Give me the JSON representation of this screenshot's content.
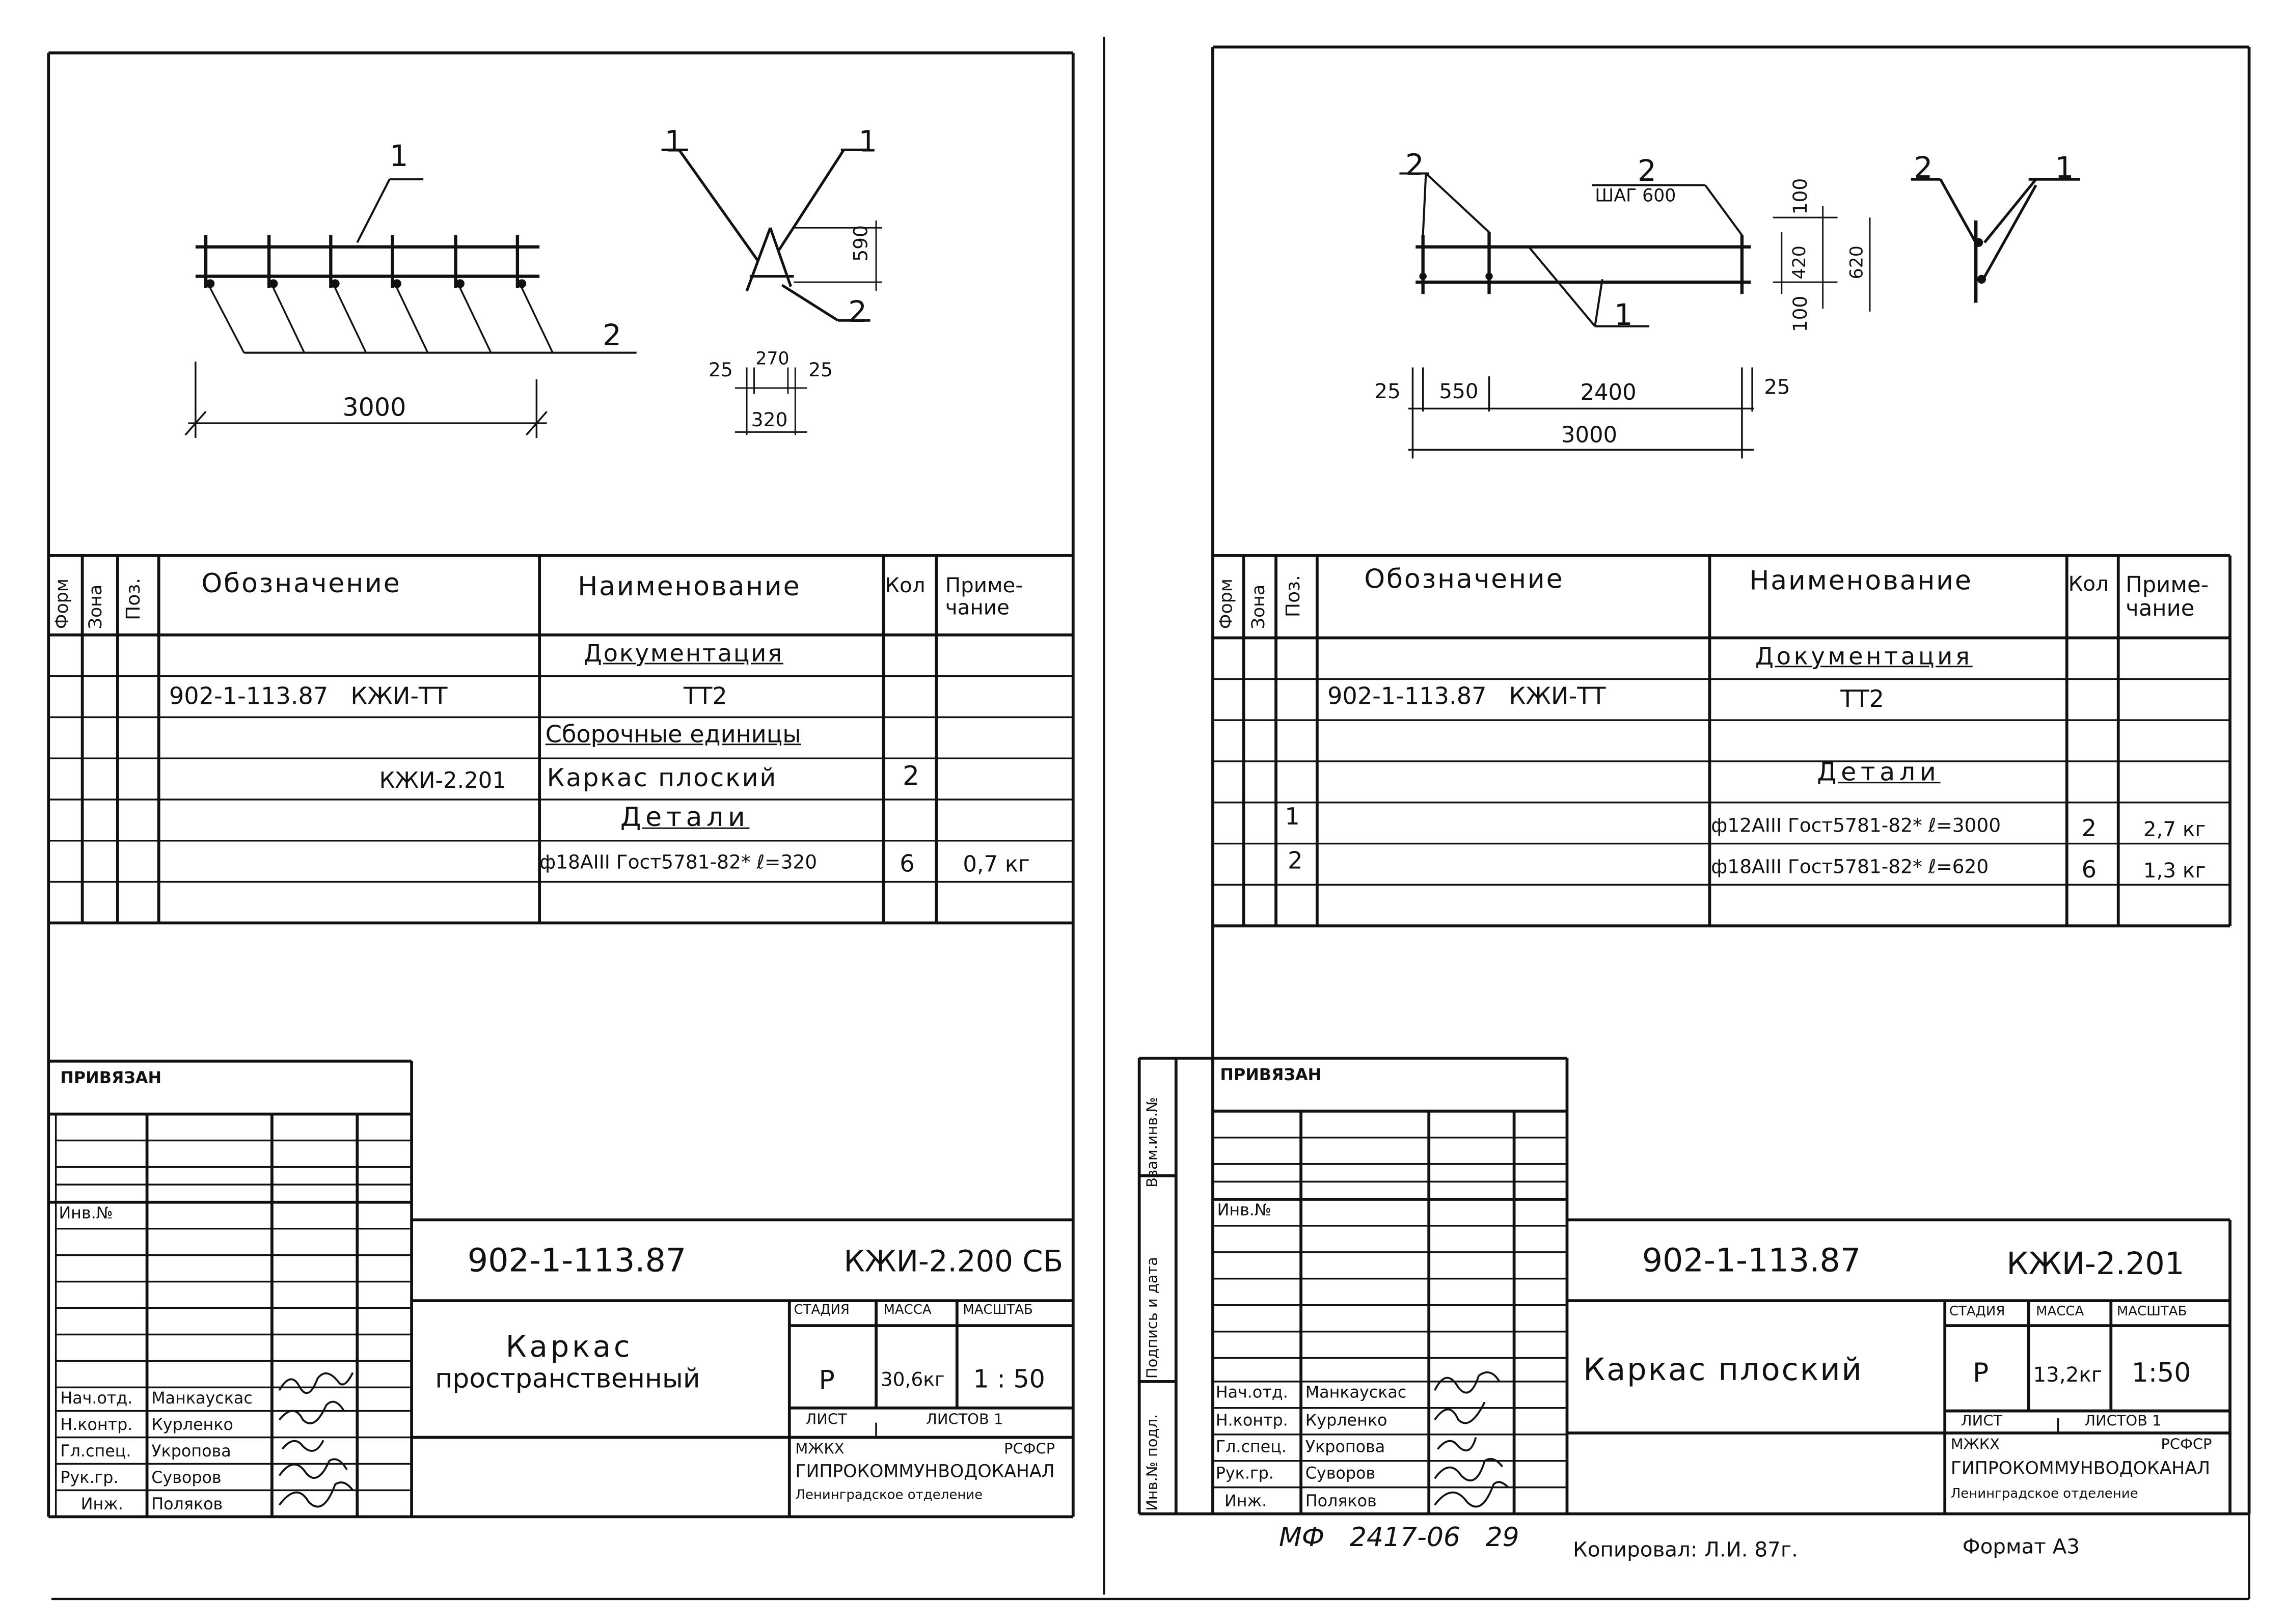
{
  "sheets": [
    {
      "id": "left",
      "drawing": {
        "callout_1": "1",
        "callout_2": "2",
        "section_callout_1a": "1",
        "section_callout_1b": "1",
        "section_callout_2": "2",
        "dim_length": "3000",
        "dim_590": "590",
        "dim_25a": "25",
        "dim_270": "270",
        "dim_25b": "25",
        "dim_320": "320"
      },
      "spec": {
        "headers": {
          "form": "Форм",
          "zone": "Зона",
          "pos": "Поз.",
          "designation": "Обозначение",
          "name": "Наименование",
          "qty": "Кол",
          "note": "Приме-чание"
        },
        "rows": [
          {
            "pos": "",
            "designation": "",
            "name": "Документация",
            "qty": "",
            "note": ""
          },
          {
            "pos": "",
            "designation": "902-1-113.87   КЖИ-ТТ",
            "name": "ТТ2",
            "qty": "",
            "note": ""
          },
          {
            "pos": "",
            "designation": "",
            "name": "Сборочные единицы",
            "qty": "",
            "note": ""
          },
          {
            "pos": "",
            "designation": "КЖИ-2.201",
            "name": "Каркас плоский",
            "qty": "2",
            "note": ""
          },
          {
            "pos": "",
            "designation": "",
            "name": "Детали",
            "qty": "",
            "note": ""
          },
          {
            "pos": "",
            "designation": "",
            "name": "ф18АIII Гост5781-82* ℓ=320",
            "qty": "6",
            "note": "0,7 кг"
          }
        ]
      },
      "title_block": {
        "privyazan": "ПРИВЯЗАН",
        "inv_no": "Инв.№",
        "doc_code": "902-1-113.87",
        "sheet_code": "КЖИ-2.200 СБ",
        "title_line1": "Каркас",
        "title_line2": "пространственный",
        "stage_label": "СТАДИЯ",
        "mass_label": "МАССА",
        "scale_label": "МАСШТАБ",
        "stage": "Р",
        "mass": "30,6кг",
        "scale": "1 : 50",
        "sheet_label": "ЛИСТ",
        "sheets_label": "ЛИСТОВ 1",
        "org_line1": "МЖКХ",
        "org_line1b": "РСФСР",
        "org_line2": "ГИПРОКОММУНВОДОКАНАЛ",
        "org_line3": "Ленинградское отделение",
        "roles": [
          {
            "role": "Нач.отд.",
            "name": "Манкаускас"
          },
          {
            "role": "Н.контр.",
            "name": "Курленко"
          },
          {
            "role": "Гл.спец.",
            "name": "Укропова"
          },
          {
            "role": "Рук.гр.",
            "name": "Суворов"
          },
          {
            "role": "Инж.",
            "name": "Поляков"
          }
        ]
      }
    },
    {
      "id": "right",
      "drawing": {
        "callout_2a": "2",
        "callout_2b": "2",
        "step_label": "ШАГ 600",
        "callout_1": "1",
        "section_callout_2": "2",
        "section_callout_1": "1",
        "dim_100a": "100",
        "dim_420": "420",
        "dim_100b": "100",
        "dim_620": "620",
        "dim_25a": "25",
        "dim_550": "550",
        "dim_2400": "2400",
        "dim_25b": "25",
        "dim_3000": "3000"
      },
      "spec": {
        "headers": {
          "form": "Форм",
          "zone": "Зона",
          "pos": "Поз.",
          "designation": "Обозначение",
          "name": "Наименование",
          "qty": "Кол",
          "note": "Приме-чание"
        },
        "rows": [
          {
            "pos": "",
            "designation": "",
            "name": "Документация",
            "qty": "",
            "note": ""
          },
          {
            "pos": "",
            "designation": "902-1-113.87   КЖИ-ТТ",
            "name": "ТТ2",
            "qty": "",
            "note": ""
          },
          {
            "pos": "",
            "designation": "",
            "name": "",
            "qty": "",
            "note": ""
          },
          {
            "pos": "",
            "designation": "",
            "name": "Детали",
            "qty": "",
            "note": ""
          },
          {
            "pos": "1",
            "designation": "",
            "name": "ф12АIII Гост5781-82* ℓ=3000",
            "qty": "2",
            "note": "2,7 кг"
          },
          {
            "pos": "2",
            "designation": "",
            "name": "ф18АIII Гост5781-82* ℓ=620",
            "qty": "6",
            "note": "1,3 кг"
          }
        ]
      },
      "title_block": {
        "privyazan": "ПРИВЯЗАН",
        "inv_no": "Инв.№",
        "side_labels": [
          "Взам.инв.№",
          "Подпись и дата",
          "Инв.№ подл."
        ],
        "doc_code": "902-1-113.87",
        "sheet_code": "КЖИ-2.201",
        "title_line1": "Каркас плоский",
        "stage_label": "СТАДИЯ",
        "mass_label": "МАССА",
        "scale_label": "МАСШТАБ",
        "stage": "Р",
        "mass": "13,2кг",
        "scale": "1:50",
        "sheet_label": "ЛИСТ",
        "sheets_label": "ЛИСТОВ 1",
        "org_line1": "МЖКХ",
        "org_line1b": "РСФСР",
        "org_line2": "ГИПРОКОММУНВОДОКАНАЛ",
        "org_line3": "Ленинградское отделение",
        "roles": [
          {
            "role": "Нач.отд.",
            "name": "Манкаускас"
          },
          {
            "role": "Н.контр.",
            "name": "Курленко"
          },
          {
            "role": "Гл.спец.",
            "name": "Укропова"
          },
          {
            "role": "Рук.гр.",
            "name": "Суворов"
          },
          {
            "role": "Инж.",
            "name": "Поляков"
          }
        ]
      }
    }
  ],
  "footer": {
    "stamp": "МФ   2417-06   29",
    "copied": "Копировал: Л.И. 87г.",
    "format": "Формат А3"
  }
}
